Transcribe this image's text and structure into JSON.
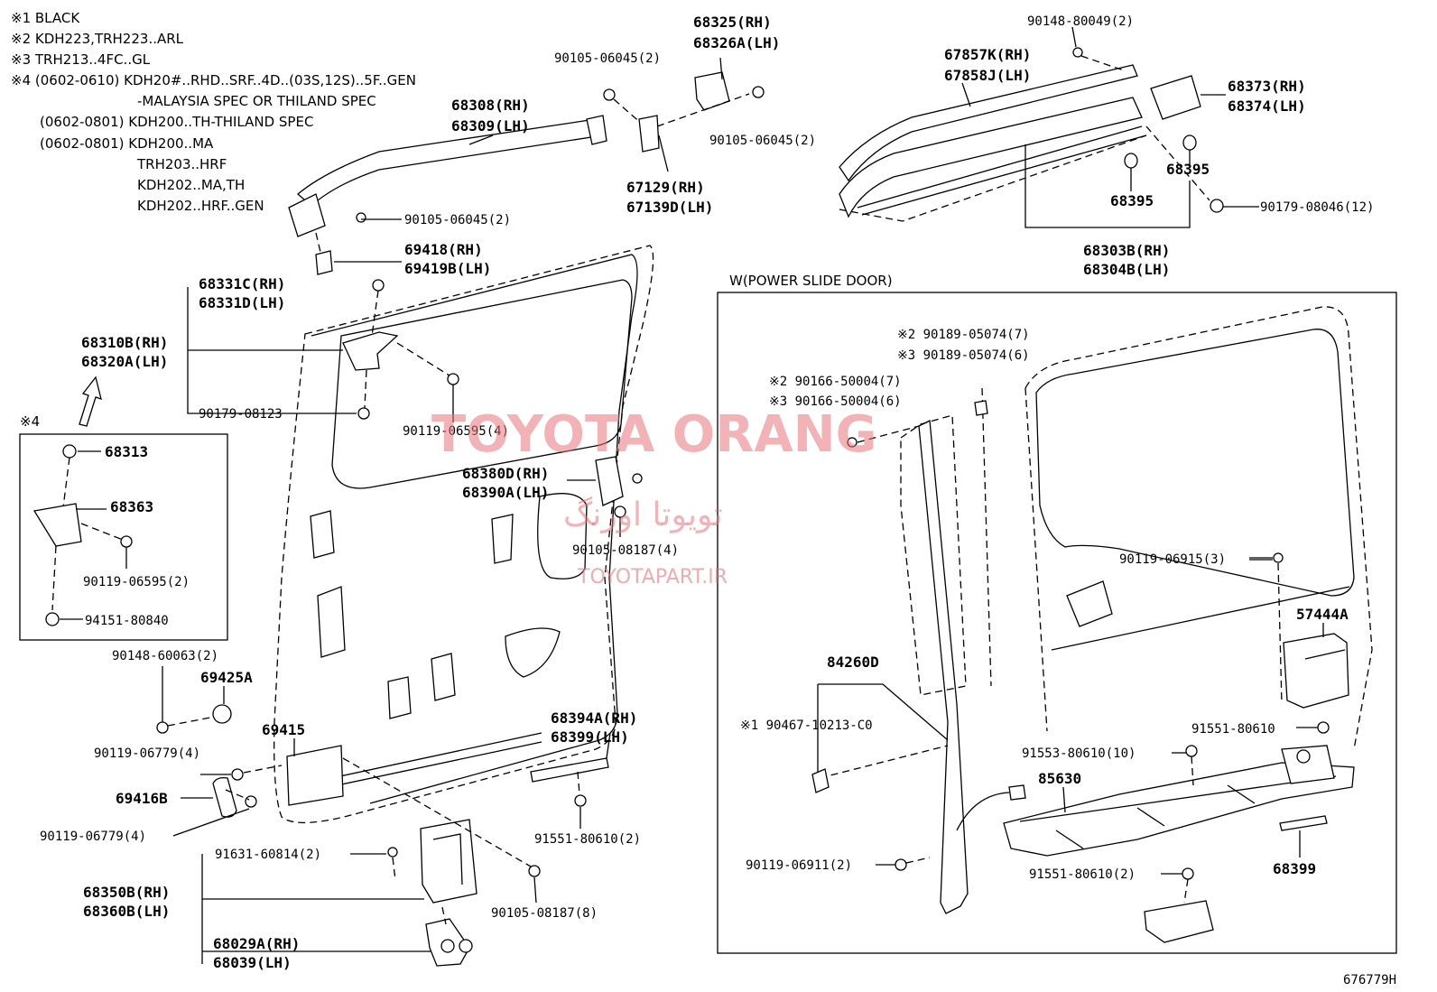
{
  "notes": [
    "※1 BLACK",
    "※2 KDH223,TRH223..ARL",
    "※3 TRH213..4FC..GL",
    "※4 (0602-0610) KDH20#..RHD..SRF..4D..(03S,12S)..5F..GEN",
    "-MALAYSIA SPEC OR THILAND SPEC",
    "(0602-0801) KDH200..TH-THILAND SPEC",
    "(0602-0801) KDH200..MA",
    "TRH203..HRF",
    "KDH202..MA,TH",
    "KDH202..HRF..GEN"
  ],
  "inset_title": "W(POWER SLIDE DOOR)",
  "inset_mark": "※4",
  "watermark": {
    "brand": "TOYOTA ORANG",
    "persian": "تویوتا اورنگ",
    "site": "TOYOTAPART.IR"
  },
  "diagram_id": "676779H",
  "labels": {
    "p68325": "68325(RH)",
    "p68326": "68326A(LH)",
    "p90105_06045_a": "90105-06045(2)",
    "p90105_06045_b": "90105-06045(2)",
    "p90105_06045_c": "90105-06045(2)",
    "p67129": "67129(RH)",
    "p67139": "67139D(LH)",
    "p68308": "68308(RH)",
    "p68309": "68309(LH)",
    "p69418": "69418(RH)",
    "p69419": "69419B(LH)",
    "p68331c": "68331C(RH)",
    "p68331d": "68331D(LH)",
    "p68310": "68310B(RH)",
    "p68320": "68320A(LH)",
    "p90179_08123": "90179-08123",
    "p90119_06595_a": "90119-06595(4)",
    "p68380": "68380D(RH)",
    "p68390": "68390A(LH)",
    "p90105_08187_a": "90105-08187(4)",
    "p68313": "68313",
    "p68363": "68363",
    "p90119_06595_b": "90119-06595(2)",
    "p94151": "94151-80840",
    "p90148_60063": "90148-60063(2)",
    "p69425": "69425A",
    "p69415": "69415",
    "p90119_06779_a": "90119-06779(4)",
    "p69416": "69416B",
    "p90119_06779_b": "90119-06779(4)",
    "p68394": "68394A(RH)",
    "p68399a": "68399(LH)",
    "p91551_a": "91551-80610(2)",
    "p91631": "91631-60814(2)",
    "p90105_08187_b": "90105-08187(8)",
    "p68350": "68350B(RH)",
    "p68360": "68360B(LH)",
    "p68029": "68029A(RH)",
    "p68039": "68039(LH)",
    "p90148_80049": "90148-80049(2)",
    "p67857": "67857K(RH)",
    "p67858": "67858J(LH)",
    "p68373": "68373(RH)",
    "p68374": "68374(LH)",
    "p68395a": "68395",
    "p68395b": "68395",
    "p90179_08046": "90179-08046(12)",
    "p68303": "68303B(RH)",
    "p68304": "68304B(LH)",
    "p90189_7": "※2 90189-05074(7)",
    "p90189_6": "※3 90189-05074(6)",
    "p90166_7": "※2 90166-50004(7)",
    "p90166_6": "※3 90166-50004(6)",
    "p84260": "84260D",
    "p90467": "※1 90467-10213-C0",
    "p90119_06911": "90119-06911(2)",
    "p90119_06915": "90119-06915(3)",
    "p57444": "57444A",
    "p91551_b": "91551-80610",
    "p91553": "91553-80610(10)",
    "p85630": "85630",
    "p91551_c": "91551-80610(2)",
    "p68399b": "68399"
  }
}
